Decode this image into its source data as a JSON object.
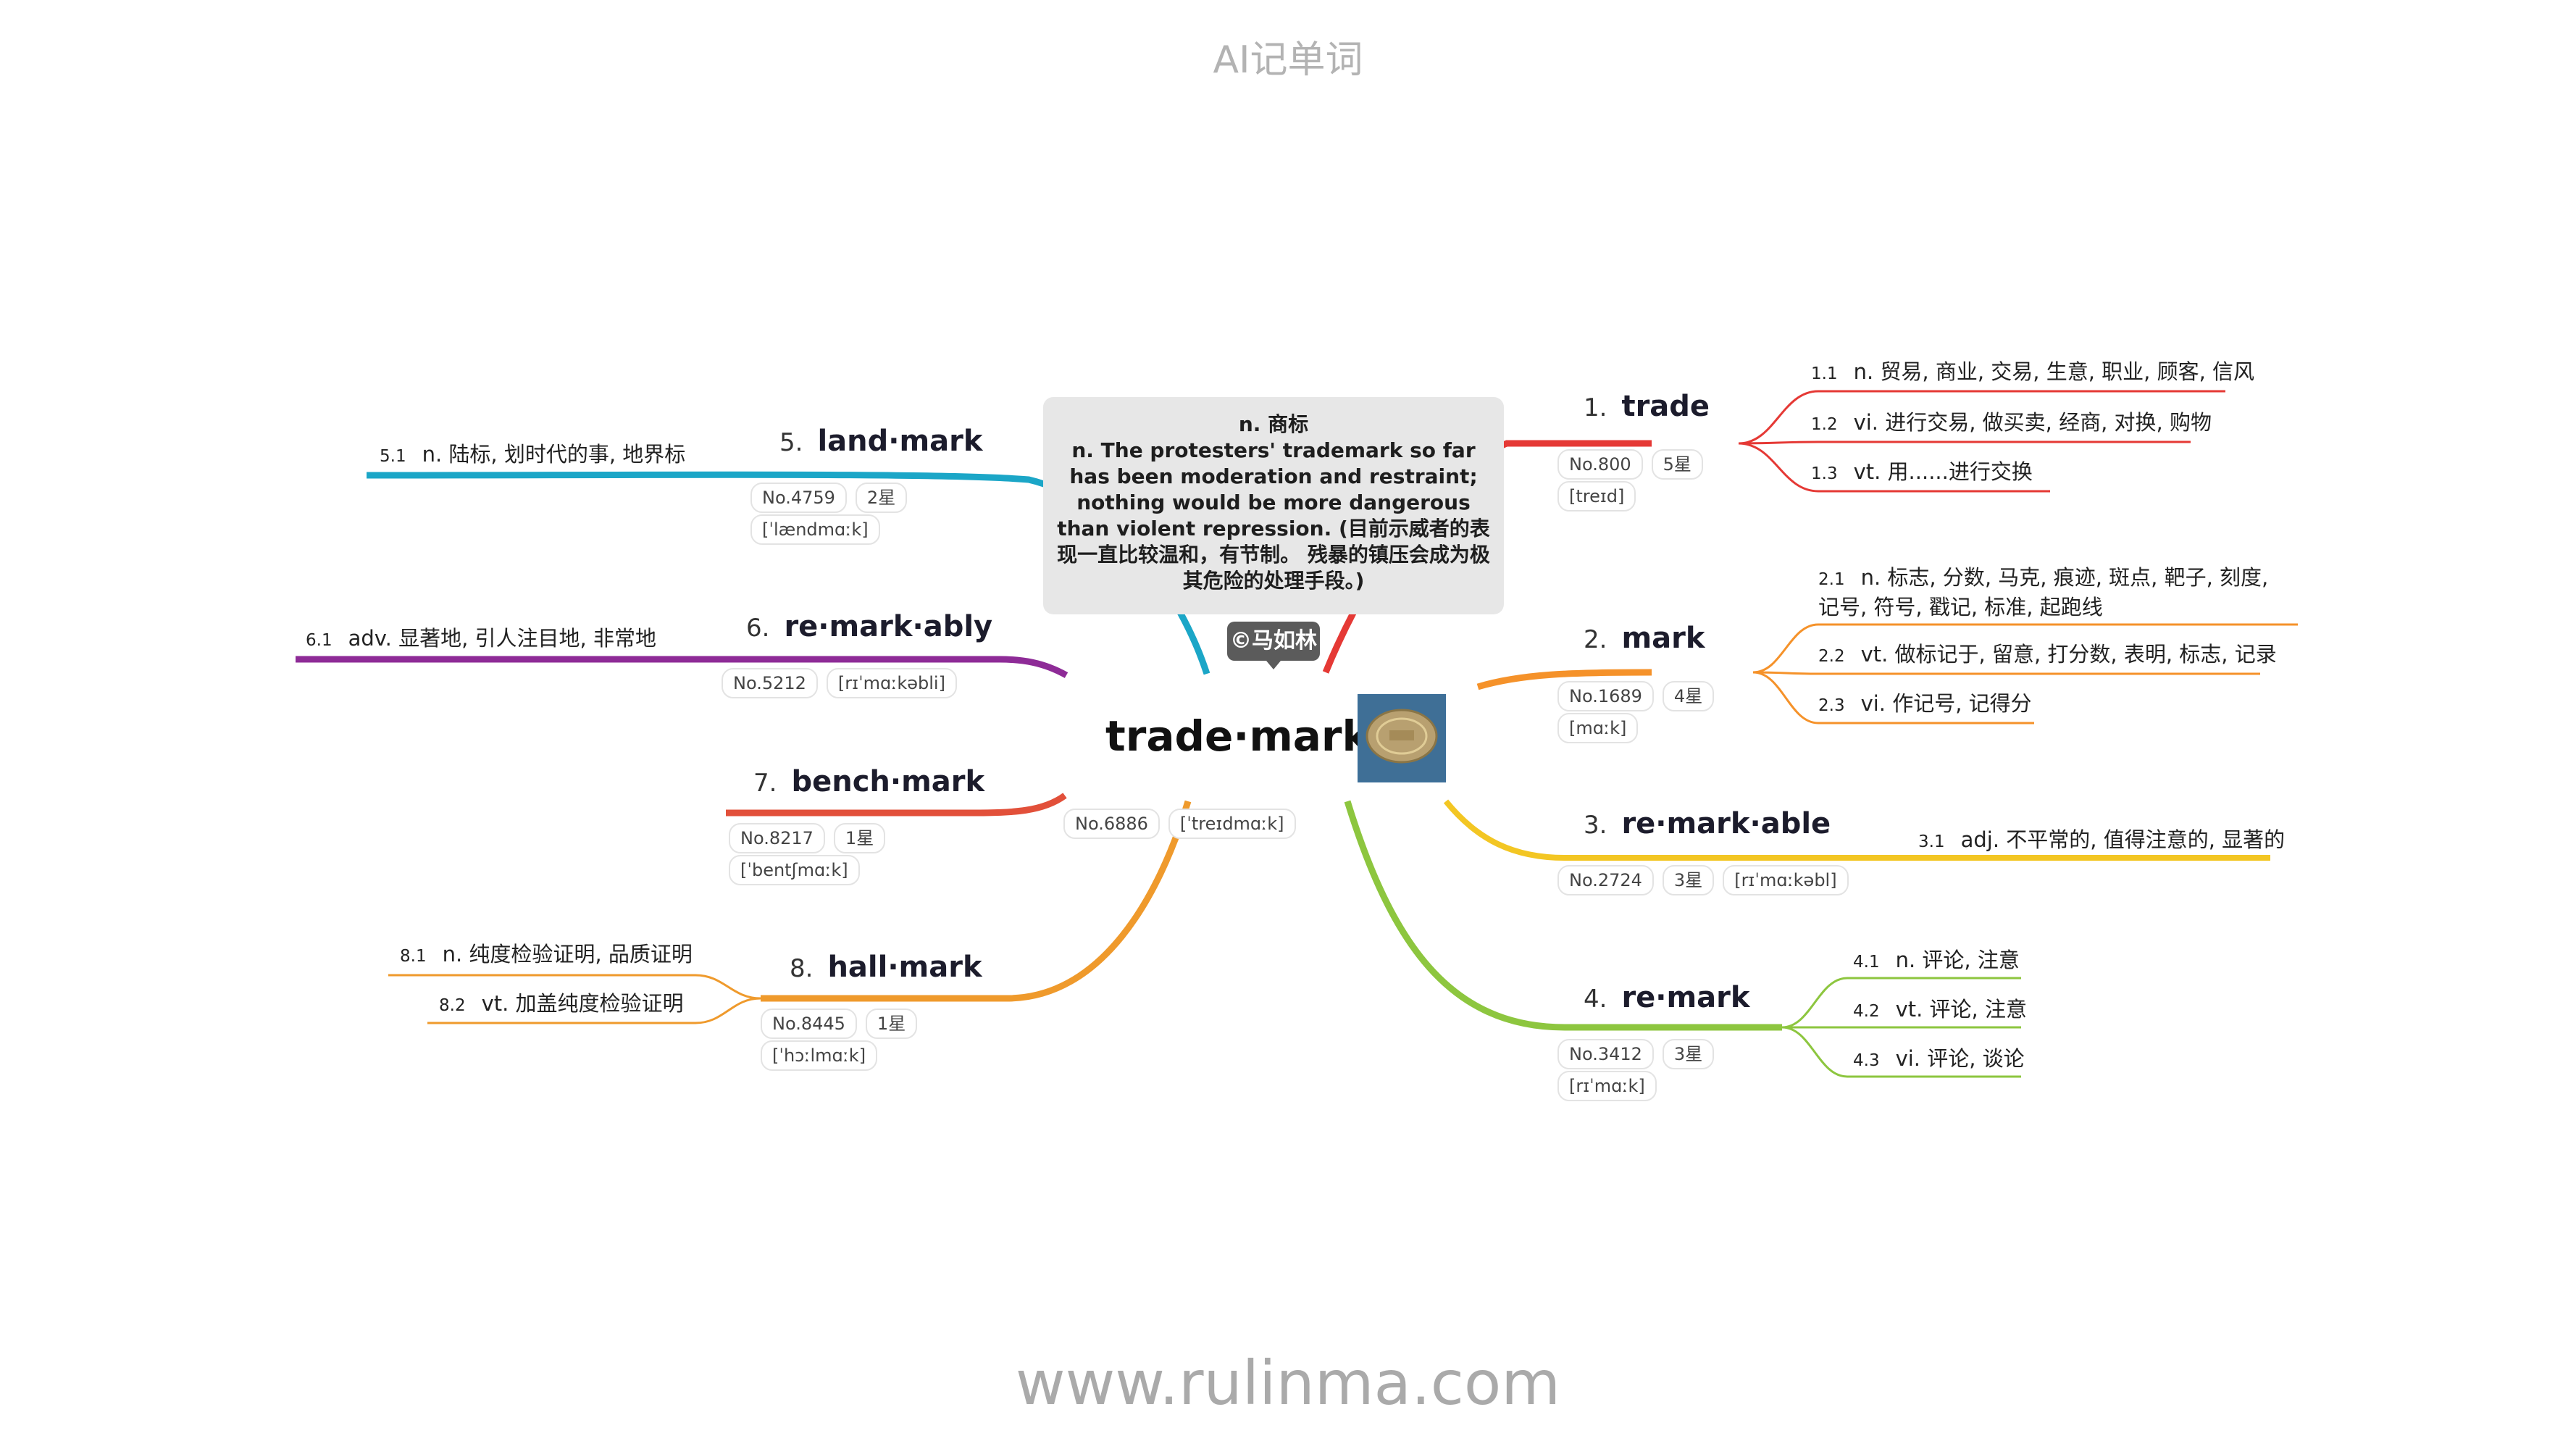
{
  "header": {
    "title": "AI记单词"
  },
  "footer": {
    "url": "www.rulinma.com"
  },
  "central": {
    "word": "trade·mark",
    "no": "No.6886",
    "phonetic": "[ˈtreɪdmɑːk]",
    "note_lines": [
      "n. 商标",
      "n. The protesters' trademark so far has been moderation and restraint; nothing would be more dangerous than violent repression. (目前示威者的表现一直比较温和，有节制。 残暴的镇压会成为极其危险的处理手段。)"
    ],
    "copyright": "©马如林"
  },
  "colors": {
    "red": "#e53935",
    "orange": "#f5922a",
    "yellow": "#f3c623",
    "green": "#8dc63f",
    "teal": "#1ba6c7",
    "purple": "#8e2b97",
    "brick": "#e2503a",
    "amber": "#ef9a2c"
  },
  "branches": [
    {
      "num": "1.",
      "word": "trade",
      "no": "No.800",
      "stars": "5星",
      "phonetic": "[treɪd]",
      "color": "#e53935",
      "defs": [
        {
          "n": "1.1",
          "text": "n. 贸易, 商业, 交易, 生意, 职业, 顾客, 信风"
        },
        {
          "n": "1.2",
          "text": "vi. 进行交易, 做买卖, 经商, 对换, 购物"
        },
        {
          "n": "1.3",
          "text": "vt. 用......进行交换"
        }
      ]
    },
    {
      "num": "2.",
      "word": "mark",
      "no": "No.1689",
      "stars": "4星",
      "phonetic": "[mɑːk]",
      "color": "#f5922a",
      "defs": [
        {
          "n": "2.1",
          "text": "n. 标志, 分数, 马克, 痕迹, 斑点, 靶子, 刻度, 记号, 符号, 戳记, 标准, 起跑线"
        },
        {
          "n": "2.2",
          "text": "vt. 做标记于, 留意, 打分数, 表明, 标志, 记录"
        },
        {
          "n": "2.3",
          "text": "vi. 作记号, 记得分"
        }
      ]
    },
    {
      "num": "3.",
      "word": "re·mark·able",
      "no": "No.2724",
      "stars": "3星",
      "phonetic": "[rɪˈmɑːkəbl]",
      "color": "#f3c623",
      "defs": [
        {
          "n": "3.1",
          "text": "adj. 不平常的, 值得注意的, 显著的"
        }
      ]
    },
    {
      "num": "4.",
      "word": "re·mark",
      "no": "No.3412",
      "stars": "3星",
      "phonetic": "[rɪˈmɑːk]",
      "color": "#8dc63f",
      "defs": [
        {
          "n": "4.1",
          "text": "n. 评论, 注意"
        },
        {
          "n": "4.2",
          "text": "vt. 评论, 注意"
        },
        {
          "n": "4.3",
          "text": "vi. 评论, 谈论"
        }
      ]
    },
    {
      "num": "5.",
      "word": "land·mark",
      "no": "No.4759",
      "stars": "2星",
      "phonetic": "[ˈlændmɑːk]",
      "color": "#1ba6c7",
      "defs": [
        {
          "n": "5.1",
          "text": "n. 陆标, 划时代的事, 地界标"
        }
      ]
    },
    {
      "num": "6.",
      "word": "re·mark·ably",
      "no": "No.5212",
      "stars": "",
      "phonetic": "[rɪˈmɑːkəbli]",
      "color": "#8e2b97",
      "defs": [
        {
          "n": "6.1",
          "text": "adv. 显著地, 引人注目地, 非常地"
        }
      ]
    },
    {
      "num": "7.",
      "word": "bench·mark",
      "no": "No.8217",
      "stars": "1星",
      "phonetic": "[ˈbentʃmɑːk]",
      "color": "#e2503a",
      "defs": []
    },
    {
      "num": "8.",
      "word": "hall·mark",
      "no": "No.8445",
      "stars": "1星",
      "phonetic": "[ˈhɔːlmɑːk]",
      "color": "#ef9a2c",
      "defs": [
        {
          "n": "8.1",
          "text": "n. 纯度检验证明, 品质证明"
        },
        {
          "n": "8.2",
          "text": "vt. 加盖纯度检验证明"
        }
      ]
    }
  ]
}
